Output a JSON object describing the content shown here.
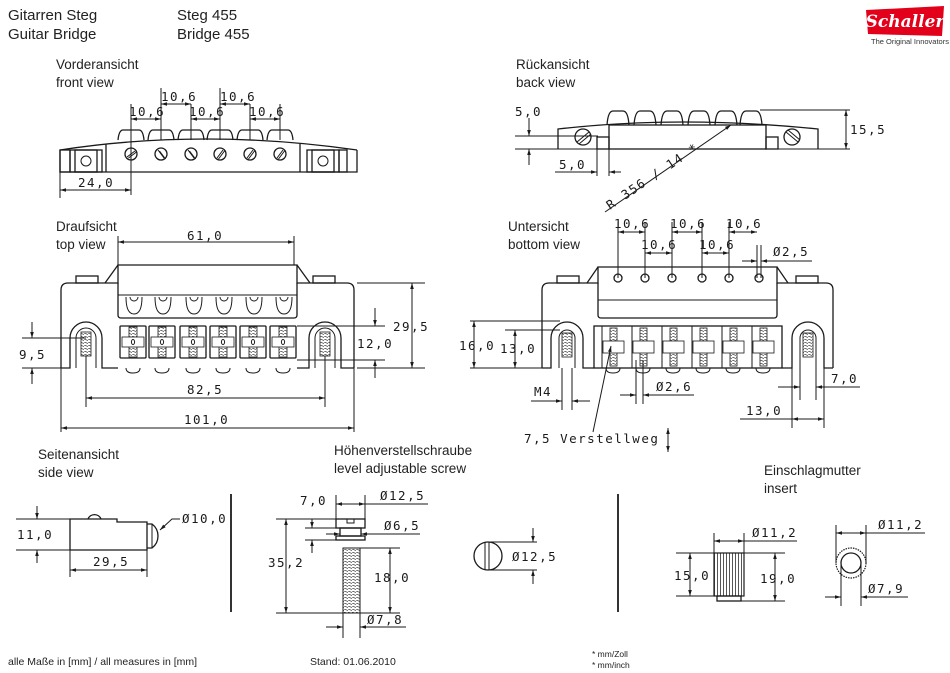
{
  "header": {
    "title_de": "Gitarren Steg",
    "title_en": "Guitar Bridge",
    "model_de": "Steg 455",
    "model_en": "Bridge 455"
  },
  "brand": {
    "logo_text": "Schaller",
    "tagline": "The Original Innovators",
    "color": "#e2001a"
  },
  "views": {
    "front": {
      "label_de": "Vorderansicht",
      "label_en": "front view",
      "dims": {
        "spacing_top1": "10,6",
        "spacing_top2": "10,6",
        "spacing_low1": "10,6",
        "spacing_low2": "10,6",
        "spacing_low3": "10,6",
        "offset": "24,0"
      }
    },
    "back": {
      "label_de": "Rückansicht",
      "label_en": "back view",
      "dims": {
        "height_left": "5,0",
        "width_left": "5,0",
        "radius": "R 356 / 14 *",
        "height_total": "15,5"
      }
    },
    "top": {
      "label_de": "Draufsicht",
      "label_en": "top view",
      "dims": {
        "saddle_width": "61,0",
        "post_height": "9,5",
        "saddle_depth": "12,0",
        "depth_total": "29,5",
        "post_spacing": "82,5",
        "width_total": "101,0"
      }
    },
    "bottom": {
      "label_de": "Untersicht",
      "label_en": "bottom view",
      "dims": {
        "s1": "10,6",
        "s2": "10,6",
        "s3": "10,6",
        "s4": "10,6",
        "s5": "10,6",
        "hole_dia": "Ø2,5",
        "h16": "16,0",
        "h13": "13,0",
        "thread": "M4",
        "screw_dia": "Ø2,6",
        "slot_w": "7,0",
        "slot_outer": "13,0",
        "travel": "7,5 Verstellweg"
      }
    },
    "side": {
      "label_de": "Seitenansicht",
      "label_en": "side view",
      "dims": {
        "height": "11,0",
        "length": "29,5",
        "dia": "Ø10,0"
      }
    },
    "screw": {
      "label_de": "Höhenverstellschraube",
      "label_en": "level adjustable screw",
      "dims": {
        "head_h": "7,0",
        "head_dia": "Ø12,5",
        "collar_dia": "Ø6,5",
        "length": "35,2",
        "thread_len": "18,0",
        "thread_dia": "Ø7,8",
        "top_dia": "Ø12,5"
      }
    },
    "insert": {
      "label_de": "Einschlagmutter",
      "label_en": "insert",
      "dims": {
        "outer_dia": "Ø11,2",
        "knurl_h": "15,0",
        "total_h": "19,0",
        "outer_dia2": "Ø11,2",
        "inner_dia": "Ø7,9"
      }
    }
  },
  "footer": {
    "units": "alle Maße in [mm] / all measures in [mm]",
    "date": "Stand: 01.06.2010",
    "note1": "* mm/Zoll",
    "note2": "* mm/inch"
  }
}
